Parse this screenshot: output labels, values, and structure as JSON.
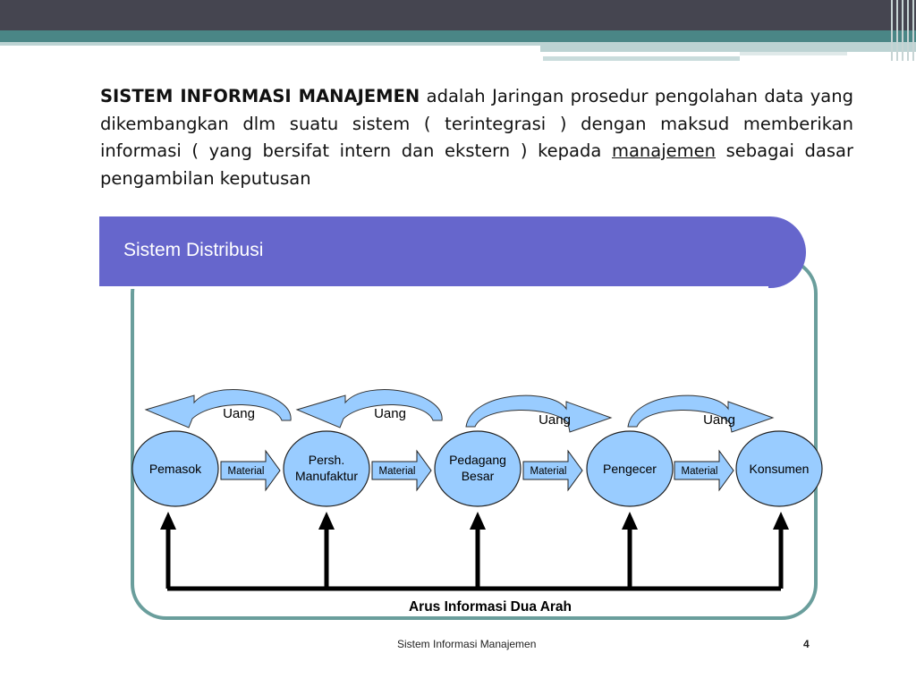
{
  "paragraph": {
    "term": "SISTEM INFORMASI MANAJEMEN",
    "text1": " adalah Jaringan prosedur pengolahan data yang dikembangkan dlm suatu sistem ( terintegrasi ) dengan maksud memberikan informasi ( yang bersifat intern dan ekstern ) kepada ",
    "link": "manajemen",
    "text2": " sebagai dasar pengambilan keputusan"
  },
  "panel": {
    "title": "Sistem Distribusi"
  },
  "diagram": {
    "nodes": [
      {
        "id": "pemasok",
        "lines": [
          "Pemasok"
        ]
      },
      {
        "id": "manufaktur",
        "lines": [
          "Persh.",
          "Manufaktur"
        ]
      },
      {
        "id": "pedagang",
        "lines": [
          "Pedagang",
          "Besar"
        ]
      },
      {
        "id": "pengecer",
        "lines": [
          "Pengecer"
        ]
      },
      {
        "id": "konsumen",
        "lines": [
          "Konsumen"
        ]
      }
    ],
    "material_label": "Material",
    "money_label": "Uang",
    "info_label": "Arus Informasi Dua Arah"
  },
  "colors": {
    "node_fill": "#99ccff",
    "header": "#6666cc",
    "frame": "#6a9e9c"
  },
  "footer": {
    "text": "Sistem Informasi Manajemen",
    "page": "4"
  }
}
